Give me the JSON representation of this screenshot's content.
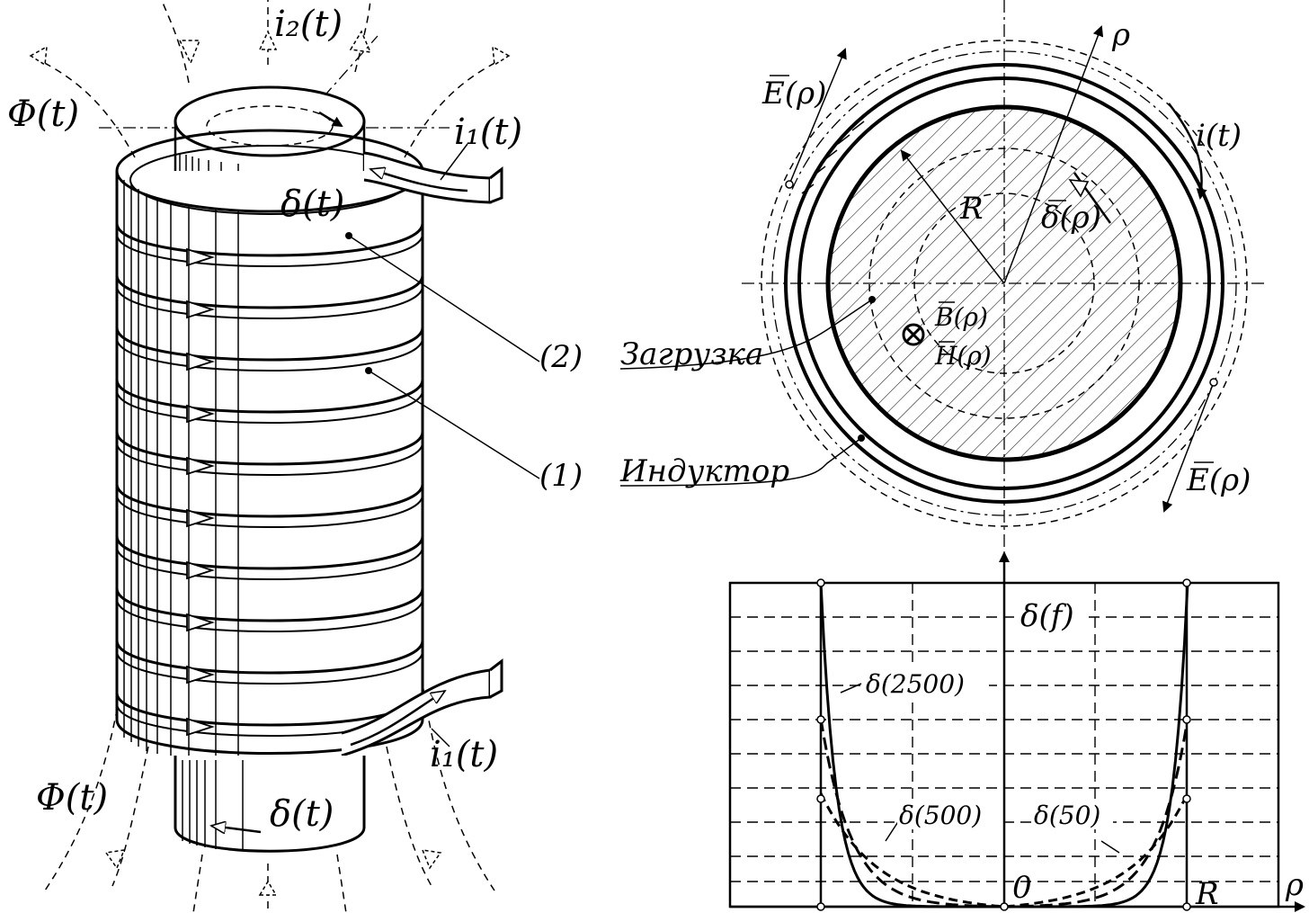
{
  "labels": {
    "flux_top": "Φ(t)",
    "flux_bottom": "Φ(t)",
    "i2": "i₂(t)",
    "i1_top": "i₁(t)",
    "i1_bottom": "i₁(t)",
    "delta_top": "δ(t)",
    "delta_bottom": "δ(t)",
    "part2": "(2)",
    "part1": "(1)",
    "load": "Загрузка",
    "inductor": "Индуктор",
    "e_top": "E(ρ)",
    "e_bottom": "E(ρ)",
    "rho_axis": "ρ",
    "current": "i(t)",
    "radius": "R",
    "delta_rho": "δ(ρ)",
    "b_field": "B(ρ)",
    "h_field": "H(ρ)",
    "graph_title": "δ(f)",
    "curve_2500": "δ(2500)",
    "curve_500": "δ(500)",
    "curve_50": "δ(50)",
    "origin": "0",
    "graph_R": "R",
    "graph_rho": "ρ"
  },
  "chart_data": {
    "type": "line",
    "title": "δ(f)",
    "xlabel": "ρ",
    "x_ticks": [
      "0",
      "R"
    ],
    "grid": true,
    "series": [
      {
        "name": "δ(2500)",
        "style": "solid"
      },
      {
        "name": "δ(500)",
        "style": "dashed"
      },
      {
        "name": "δ(50)",
        "style": "dashed"
      }
    ]
  }
}
